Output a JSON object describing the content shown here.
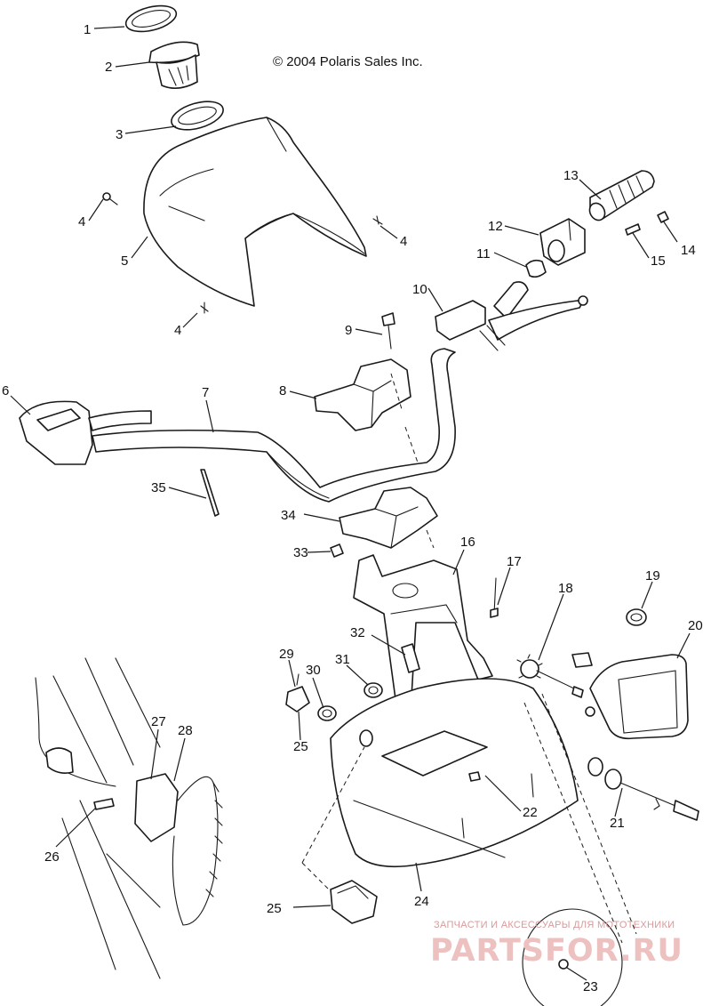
{
  "copyright": "© 2004 Polaris Sales Inc.",
  "watermark": {
    "tagline": "ЗАПЧАСТИ И АКСЕССУАРЫ ДЛЯ МОТОТЕХНИКИ",
    "site": "PARTSFOR.RU",
    "color": "#e8b4b4"
  },
  "callouts": [
    "1",
    "2",
    "3",
    "4",
    "4",
    "4",
    "5",
    "6",
    "7",
    "8",
    "9",
    "10",
    "11",
    "12",
    "13",
    "14",
    "15",
    "16",
    "17",
    "18",
    "19",
    "20",
    "21",
    "22",
    "23",
    "24",
    "25",
    "25",
    "26",
    "27",
    "28",
    "29",
    "30",
    "31",
    "32",
    "33",
    "34",
    "35"
  ]
}
